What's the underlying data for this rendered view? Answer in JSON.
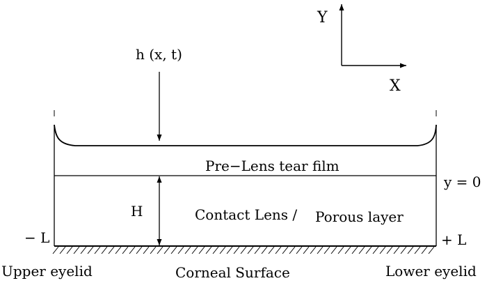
{
  "axes": {
    "y_label": "Y",
    "x_label": "X"
  },
  "labels": {
    "film_height": "h (x, t)",
    "tear_film": "Pre−Lens tear film",
    "y_zero": "y = 0",
    "thickness": "H",
    "lens_part1": "Contact Lens /",
    "lens_part2": "Porous layer",
    "minus_l": "− L",
    "plus_l": "+ L",
    "upper_eyelid": "Upper eyelid",
    "corneal_surface": "Corneal Surface",
    "lower_eyelid": "Lower eyelid"
  },
  "colors": {
    "ink": "#000000",
    "background": "#ffffff"
  }
}
